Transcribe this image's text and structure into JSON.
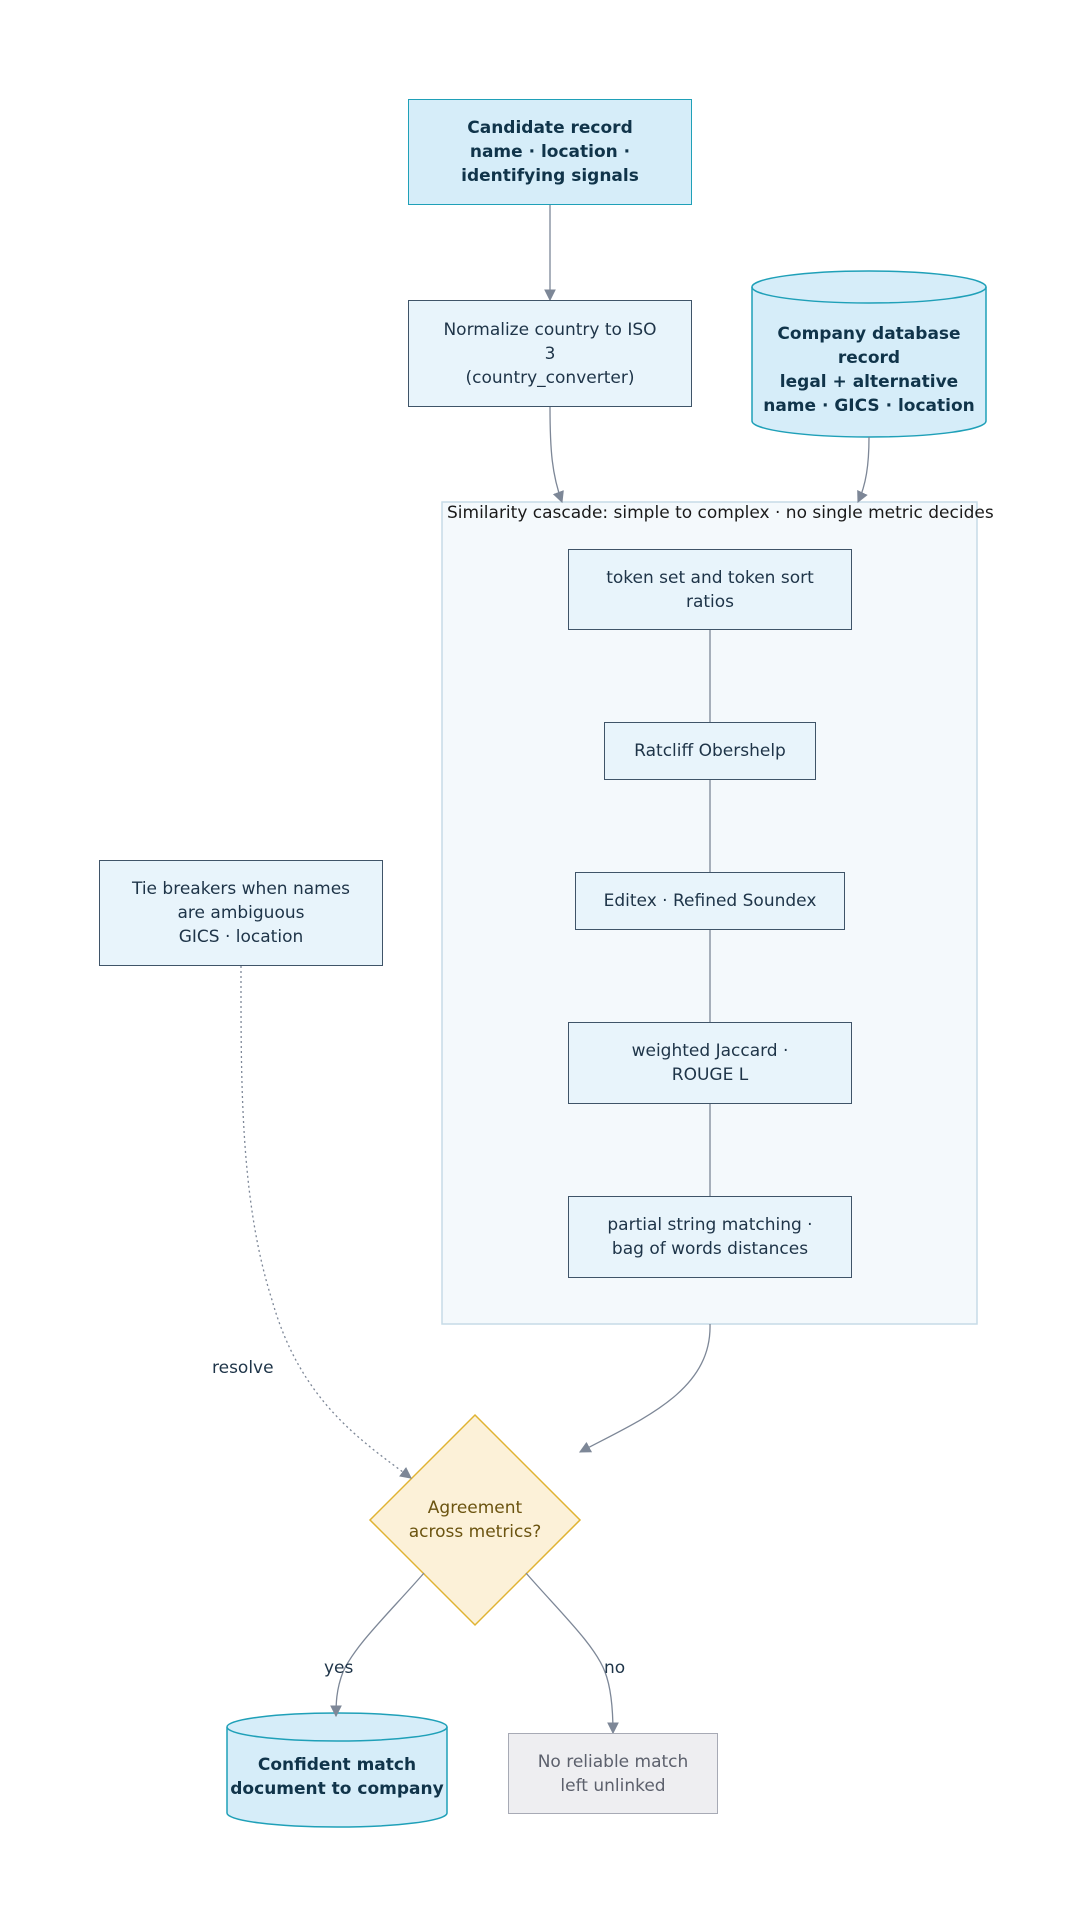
{
  "nodes": {
    "candidate": {
      "lines": [
        "Candidate record",
        "name · location ·",
        "identifying signals"
      ]
    },
    "normalize": {
      "lines": [
        "Normalize country to ISO",
        "3",
        "(country_converter)"
      ]
    },
    "company_db": {
      "lines": [
        "Company database",
        "record",
        "legal + alternative",
        "name · GICS · location"
      ]
    },
    "cascade": {
      "title": "Similarity cascade: simple to complex · no single metric decides",
      "steps": [
        {
          "lines": [
            "token set and token sort",
            "ratios"
          ]
        },
        {
          "lines": [
            "Ratcliff Obershelp"
          ]
        },
        {
          "lines": [
            "Editex · Refined Soundex"
          ]
        },
        {
          "lines": [
            "weighted Jaccard ·",
            "ROUGE L"
          ]
        },
        {
          "lines": [
            "partial string matching ·",
            "bag of words distances"
          ]
        }
      ]
    },
    "tie_breakers": {
      "lines": [
        "Tie breakers when names",
        "are ambiguous",
        "GICS · location"
      ]
    },
    "decision": {
      "lines": [
        "Agreement",
        "across metrics?"
      ]
    },
    "confident": {
      "lines": [
        "Confident match",
        "document to company"
      ]
    },
    "no_match": {
      "lines": [
        "No reliable match",
        "left unlinked"
      ]
    }
  },
  "edge_labels": {
    "resolve": "resolve",
    "yes": "yes",
    "no": "no"
  },
  "colors": {
    "edge": "#7d8797",
    "box_fill": "#e8f4fb",
    "box_border": "#3f5468",
    "accent_fill": "#d6edf9",
    "accent_border": "#1fa0b8",
    "cluster_fill": "#f4f9fc",
    "cluster_border": "#c6dbe7",
    "decision_fill": "#fcf1d8",
    "decision_border": "#e0b332",
    "gray_fill": "#eeeef1",
    "gray_border": "#a7aab5"
  }
}
